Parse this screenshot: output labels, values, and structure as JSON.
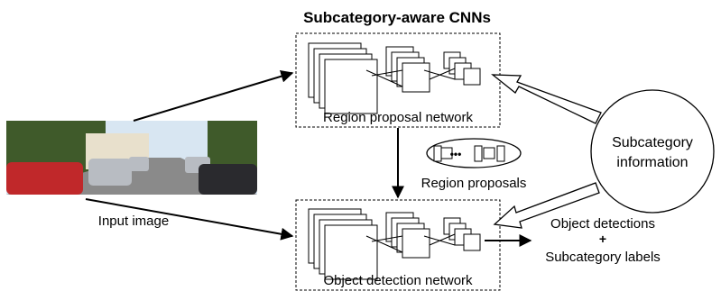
{
  "title": "Subcategory-aware CNNs",
  "input_image": {
    "label": "Input image",
    "scene": "street-scene-photo"
  },
  "region_proposal_network": {
    "label": "Region proposal network"
  },
  "object_detection_network": {
    "label": "Object detection network"
  },
  "region_proposals": {
    "label": "Region proposals",
    "ellipsis": "•••"
  },
  "subcategory_information": {
    "line1": "Subcategory",
    "line2": "information"
  },
  "outputs": {
    "line1": "Object detections",
    "plus": "+",
    "line2": "Subcategory labels"
  },
  "colors": {
    "line": "#000000",
    "sky": "#d8e6f2",
    "road": "#8a8a8a",
    "car_red": "#c0282a",
    "car_silver": "#b8bcc2",
    "car_dark": "#2a2a2e",
    "building": "#e8e0cc",
    "tree": "#3f5a2a"
  }
}
